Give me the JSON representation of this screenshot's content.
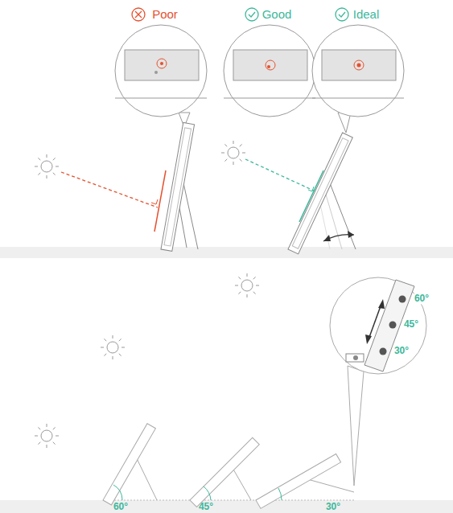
{
  "diagram": {
    "labels": [
      "Poor",
      "Good",
      "Ideal",
      "60°",
      "45°",
      "30°",
      "60°",
      "45°",
      "30°"
    ]
  }
}
